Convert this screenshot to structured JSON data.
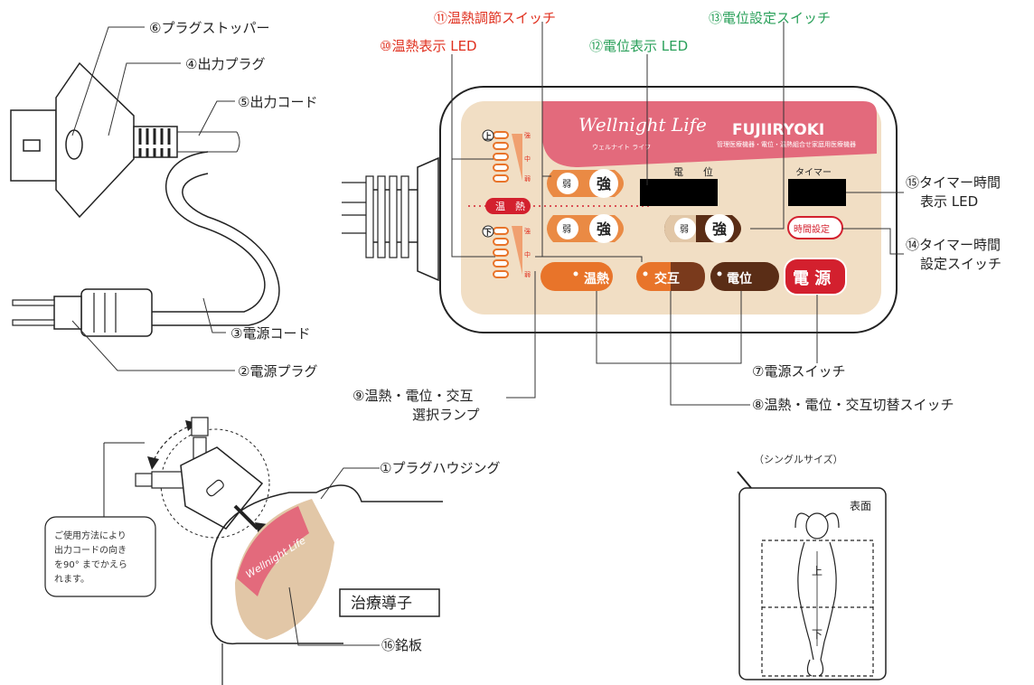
{
  "callouts": {
    "c1": "①プラグハウジング",
    "c2": "②電源プラグ",
    "c3": "③電源コード",
    "c4": "④出力プラグ",
    "c5": "⑤出力コード",
    "c6": "⑥プラグストッパー",
    "c7": "⑦電源スイッチ",
    "c8": "⑧温熱・電位・交互切替スイッチ",
    "c9_line1": "⑨温熱・電位・交互",
    "c9_line2": "選択ランプ",
    "c10": "⑩温熱表示 LED",
    "c11": "⑪温熱調節スイッチ",
    "c12": "⑫電位表示 LED",
    "c13": "⑬電位設定スイッチ",
    "c14_line1": "⑭タイマー時間",
    "c14_line2": "設定スイッチ",
    "c15_line1": "⑮タイマー時間",
    "c15_line2": "表示 LED",
    "c16": "⑯銘板"
  },
  "panel": {
    "brand": "Wellnight Life",
    "brand_kana": "ウェルナイト ライフ",
    "maker": "FUJIIRYOKI",
    "device_desc": "管理医療機器・電位・温熱組合せ家庭用医療機器",
    "heat_label": "温　熱",
    "level_top": "上",
    "level_bottom": "下",
    "level_strong": "強",
    "level_mid": "中",
    "level_weak": "弱",
    "btn_weak": "弱",
    "btn_strong": "強",
    "potential_label": "電　　位",
    "timer_label": "タイマー",
    "timer_set": "時間設定",
    "sel_heat": "温熱",
    "sel_alt": "交互",
    "sel_pot": "電位",
    "power": "電 源"
  },
  "note": {
    "line1": "ご使用方法により",
    "line2": "出力コードの向き",
    "line3": "を90° までかえら",
    "line4": "れます。"
  },
  "pad": {
    "title": "治療導子",
    "mat_size": "（シングルサイズ）",
    "surface": "表面",
    "top": "上",
    "bottom": "下"
  },
  "colors": {
    "panel_bg": "#f1dec4",
    "pink": "#e36a7c",
    "orange": "#e8742a",
    "brown": "#5a2d16",
    "red_text": "#e0301f",
    "green_text": "#2aa05a",
    "power_red": "#d3202e"
  }
}
